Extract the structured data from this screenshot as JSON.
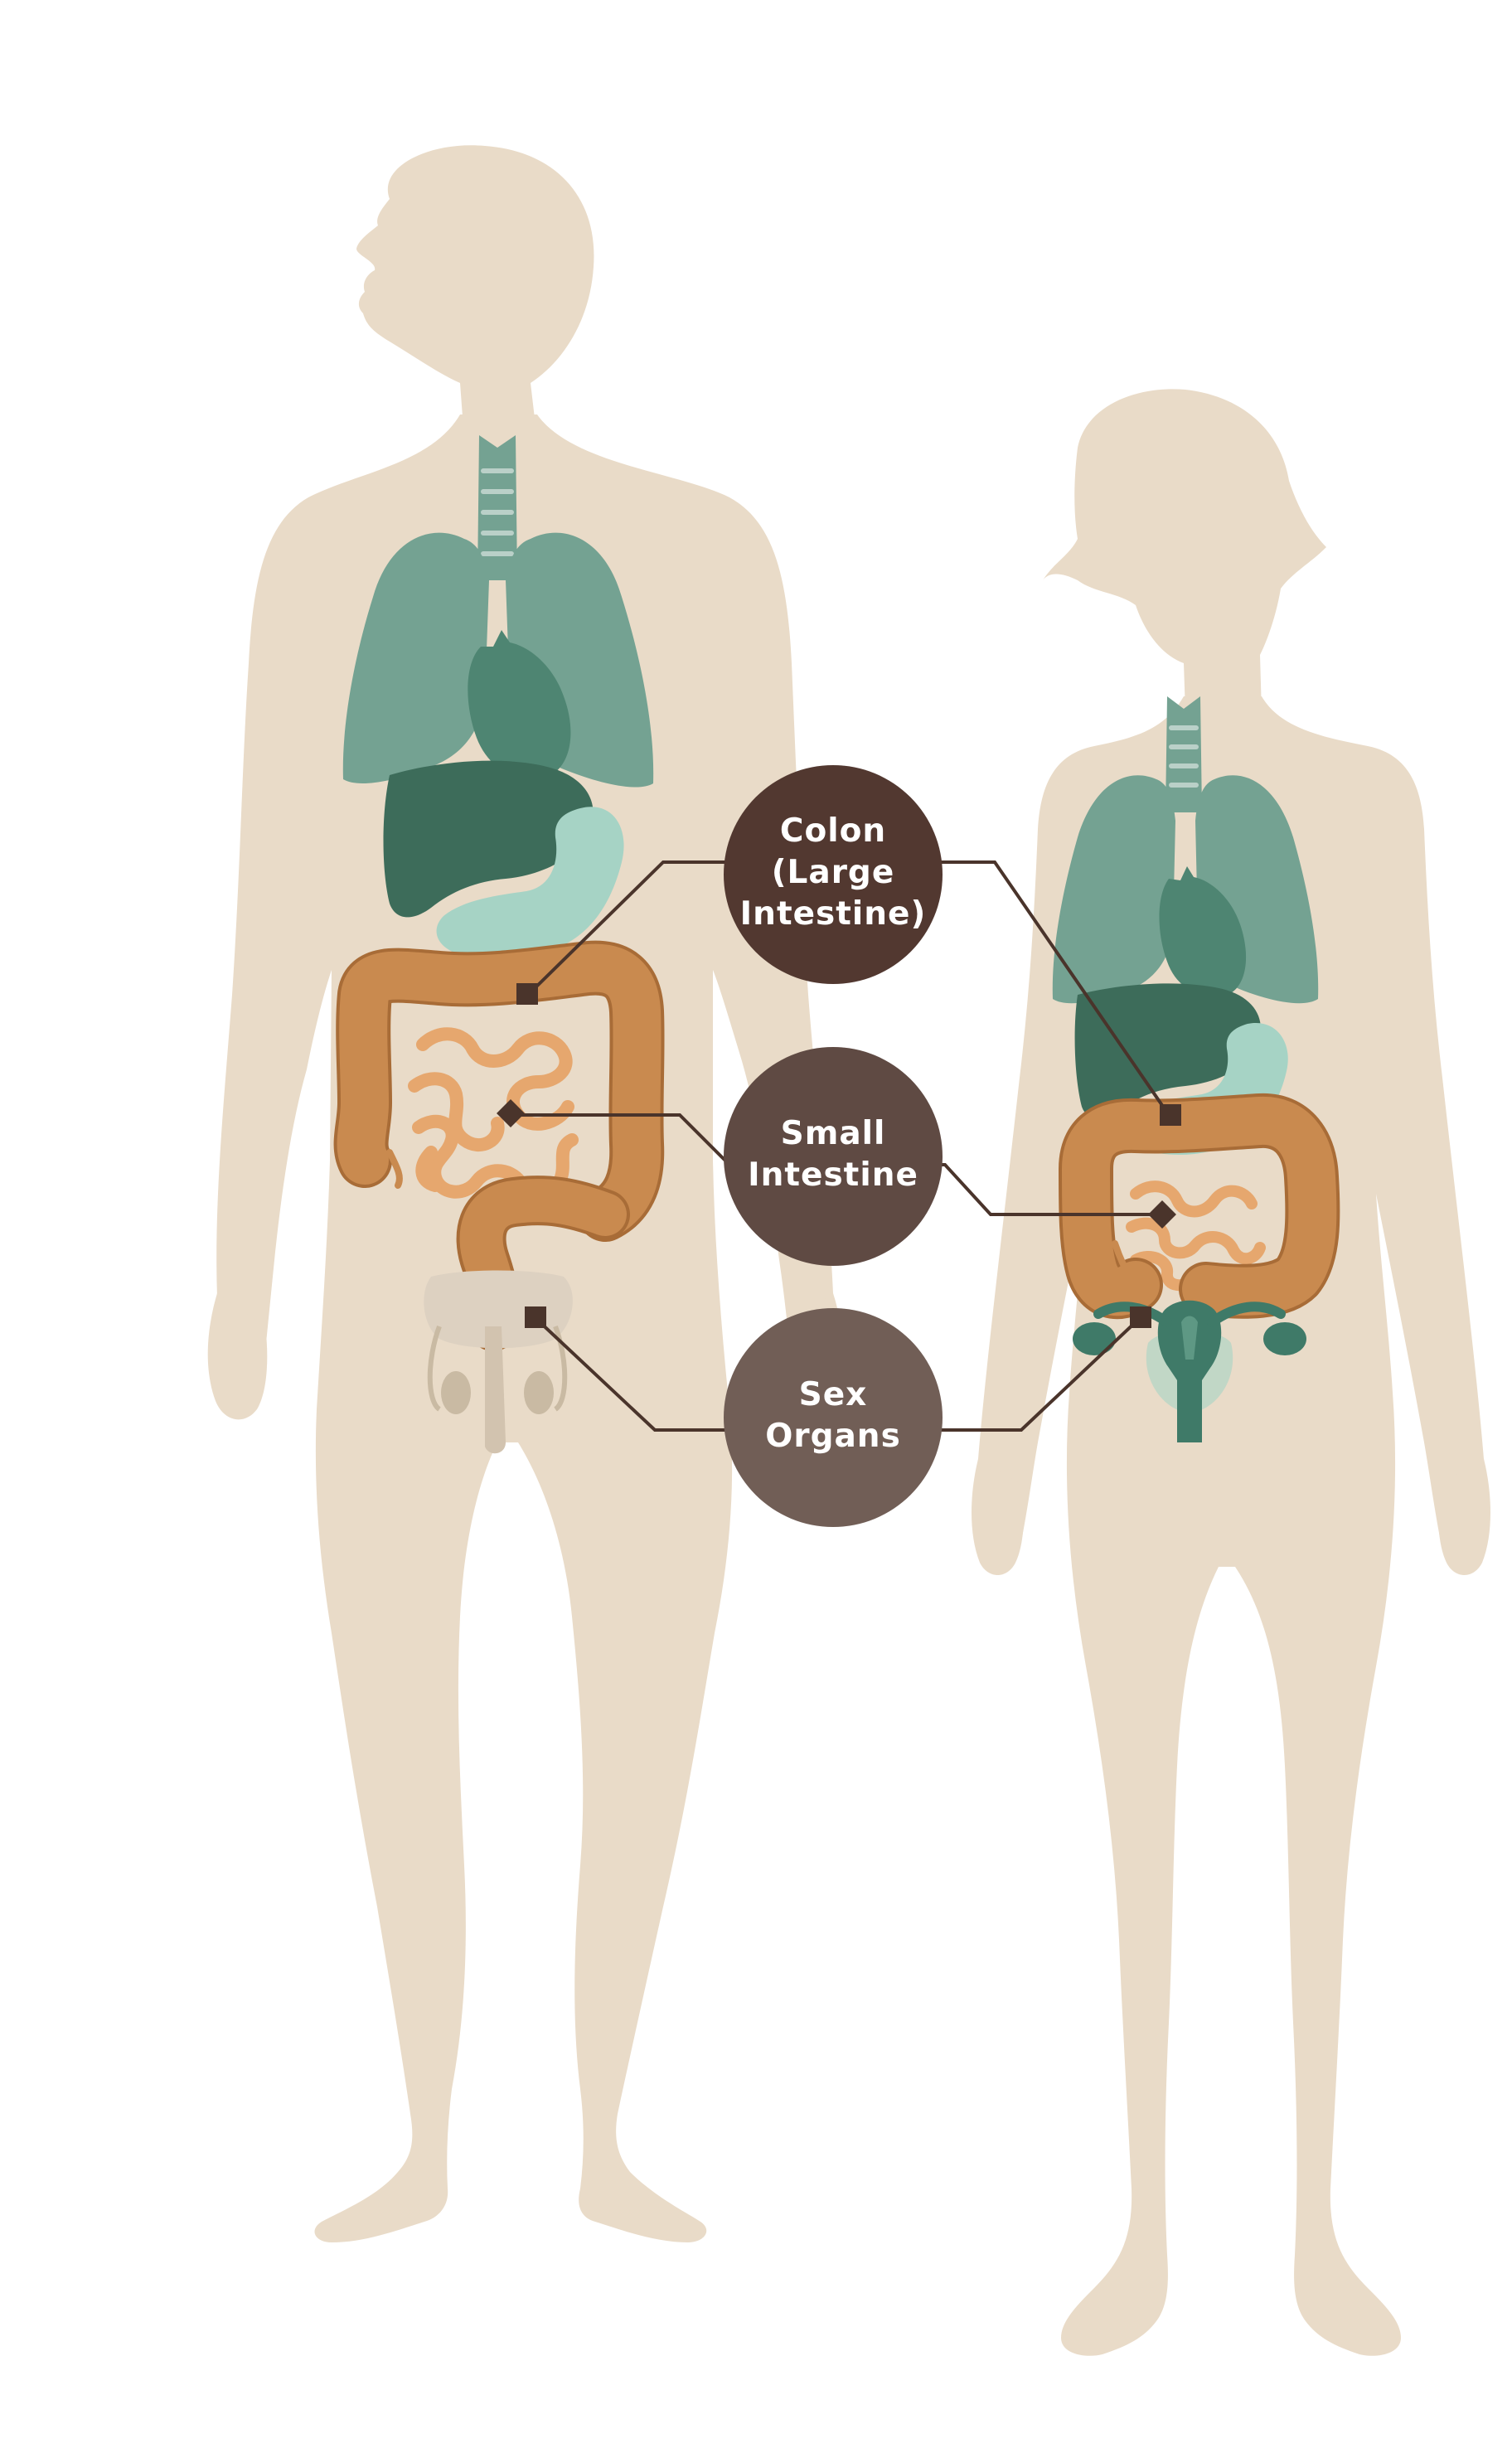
{
  "colors": {
    "body": "#E9DBC8",
    "lung": "#74A292",
    "heart": "#4E8572",
    "liver": "#3D6C5A",
    "stomach": "#A6D3C5",
    "colon": "#C98A4F",
    "colon_outline": "#A86C37",
    "small_intestine": "#E6A76E",
    "trachea": "#74A292",
    "pelvis": "#D9CCBB",
    "female_organs": "#3F7A68",
    "line": "#4A342B",
    "label_colon_bg": "#523830",
    "label_small_bg": "#5F4A43",
    "label_sex_bg": "#715E56"
  },
  "labels": {
    "colon": [
      "Colon",
      "(Large",
      "Intestine)"
    ],
    "small_intestine": [
      "Small",
      "Intestine"
    ],
    "sex_organs": [
      "Sex",
      "Organs"
    ]
  },
  "figures": [
    "male-figure",
    "female-figure"
  ]
}
